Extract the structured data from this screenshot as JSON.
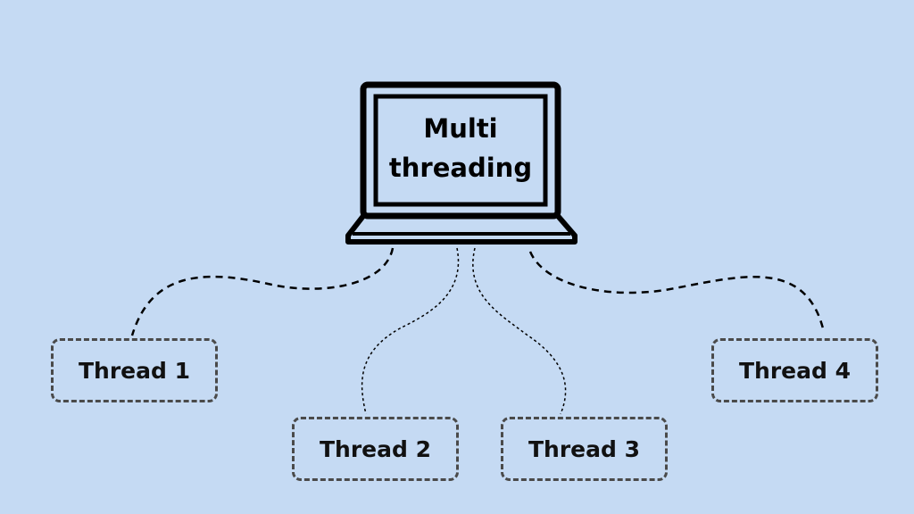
{
  "background_color": "#c5daf3",
  "computer": {
    "icon": "laptop-icon",
    "label_line1": "Multi",
    "label_line2": "threading"
  },
  "threads": [
    {
      "label": "Thread 1"
    },
    {
      "label": "Thread 2"
    },
    {
      "label": "Thread 3"
    },
    {
      "label": "Thread 4"
    }
  ],
  "colors": {
    "outline": "#000000",
    "box_border": "#4a4a4a"
  }
}
